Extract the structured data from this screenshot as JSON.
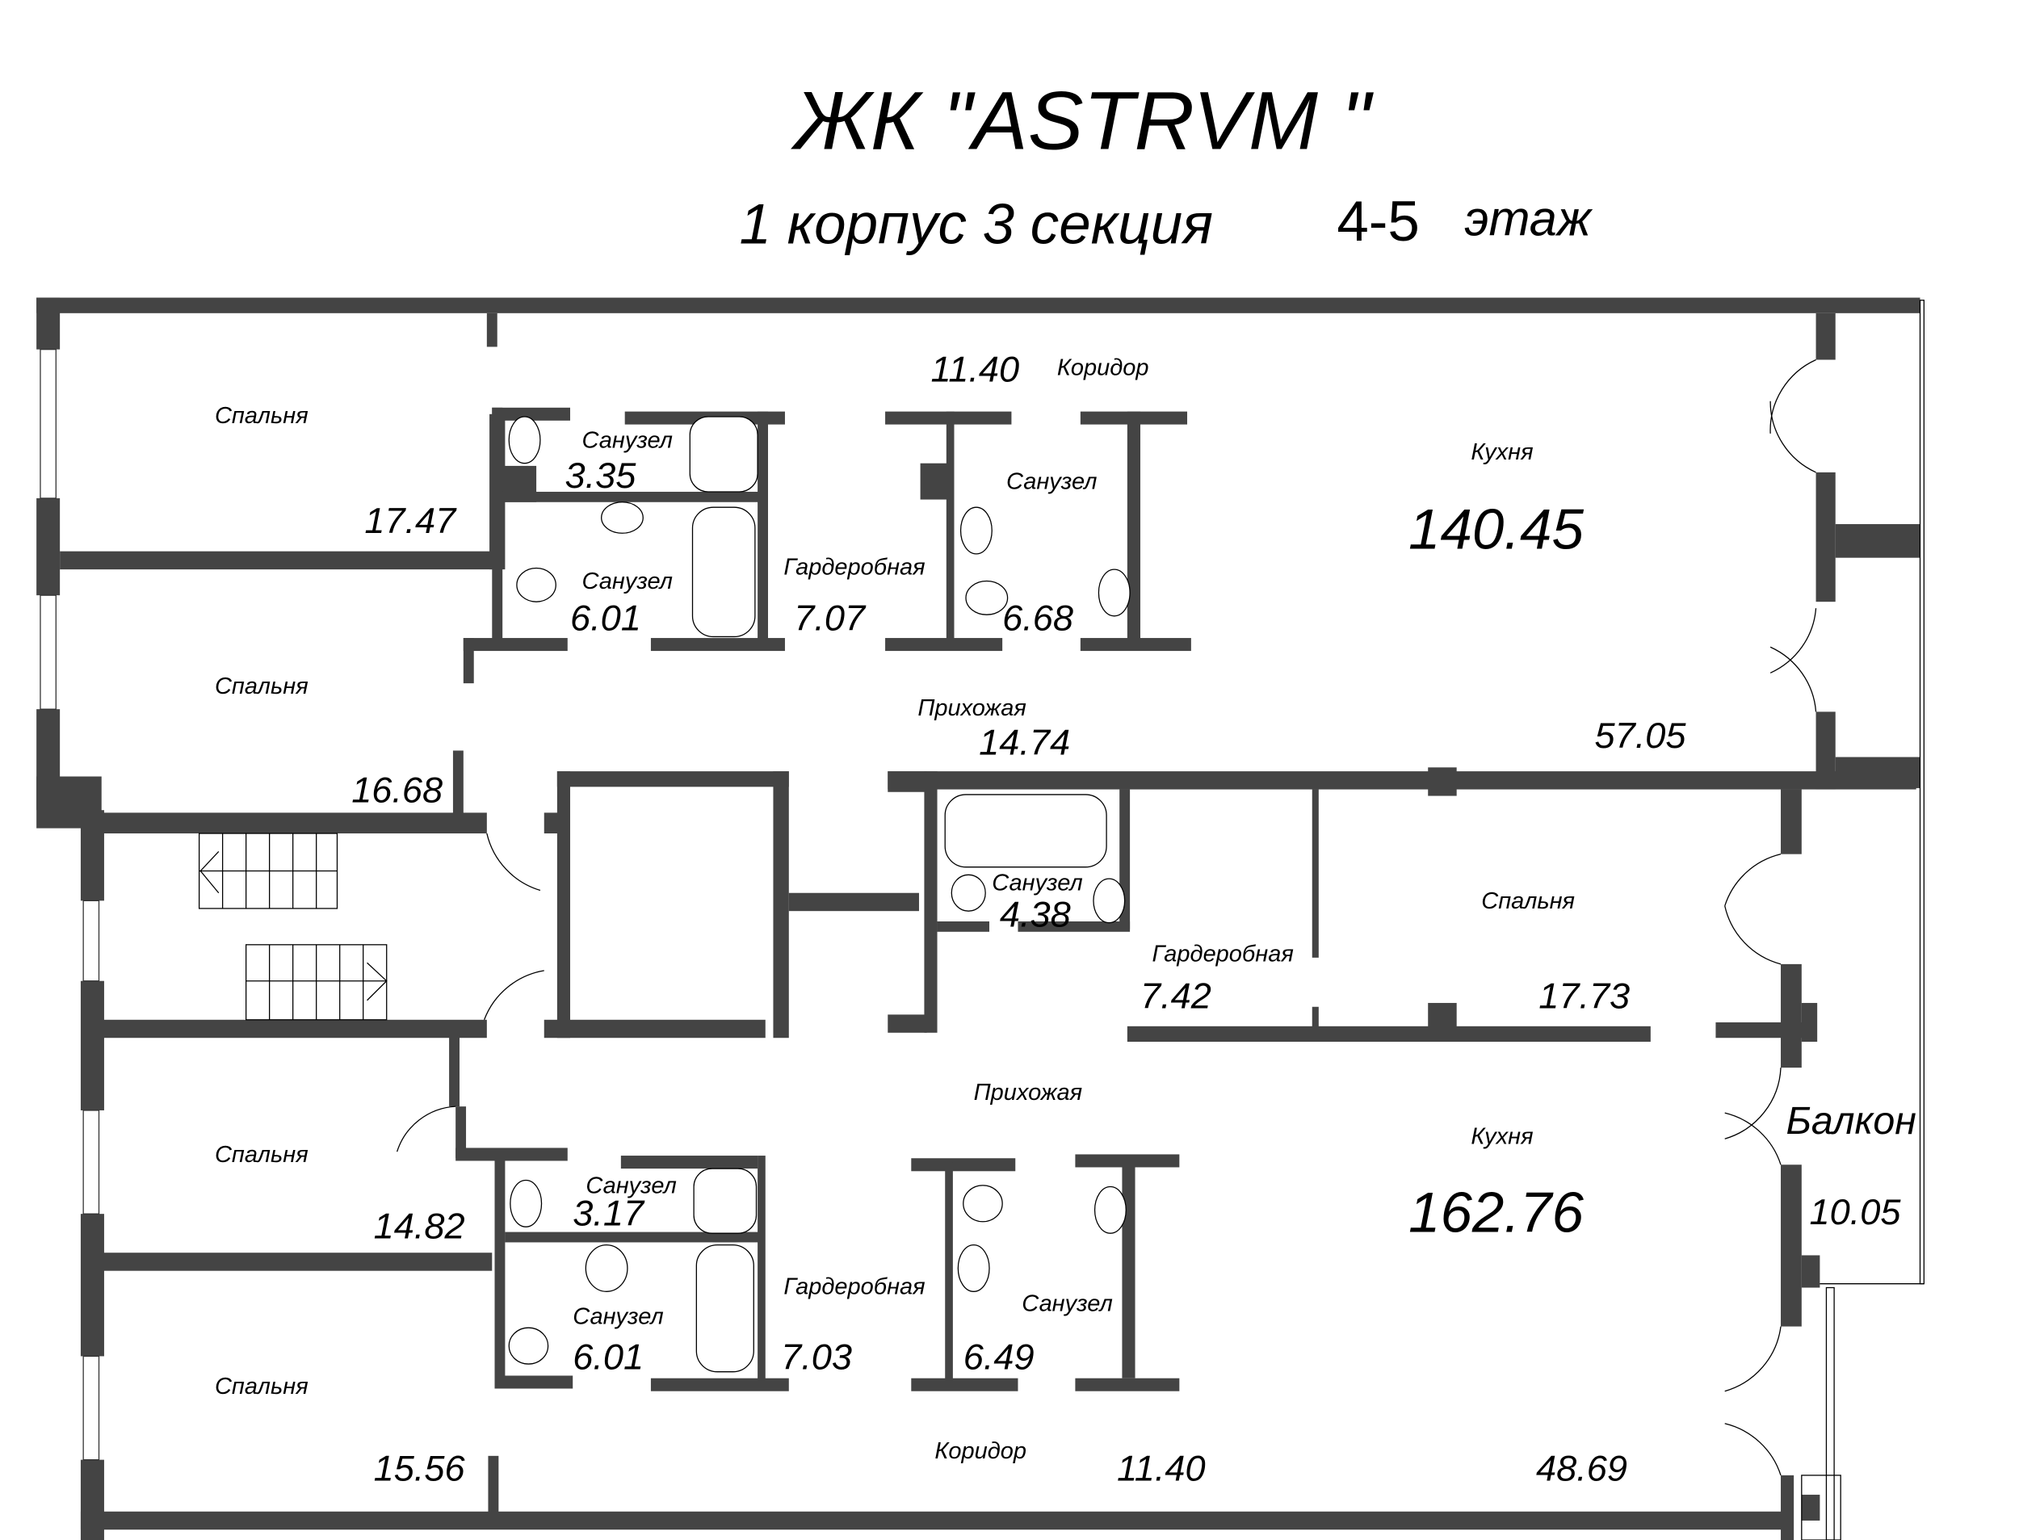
{
  "title": {
    "complex": "ЖК \"ASTRVM \"",
    "building": "1 корпус 3 секция",
    "floors": "4-5",
    "floor_word": "этаж"
  },
  "colors": {
    "wall": "#444444",
    "background": "#ffffff",
    "text": "#000000"
  },
  "rooms": {
    "bedroom_1": {
      "label": "Спальня",
      "area": "17.47"
    },
    "bedroom_2": {
      "label": "Спальня",
      "area": "16.68"
    },
    "bath_1": {
      "label": "Санузел",
      "area": "3.35"
    },
    "bath_2": {
      "label": "Санузел",
      "area": "6.01"
    },
    "wardrobe_1": {
      "label": "Гардеробная",
      "area": "7.07"
    },
    "bath_3": {
      "label": "Санузел",
      "area": "6.68"
    },
    "corridor_top": {
      "label": "Коридор",
      "area": "11.40"
    },
    "kitchen_top": {
      "label": "Кухня",
      "area": "57.05"
    },
    "total_top": {
      "area": "140.45"
    },
    "hall_top": {
      "label": "Прихожая",
      "area": "14.74"
    },
    "bath_4": {
      "label": "Санузел",
      "area": "4.38"
    },
    "wardrobe_2": {
      "label": "Гардеробная",
      "area": "7.42"
    },
    "bedroom_3": {
      "label": "Спальня",
      "area": "17.73"
    },
    "hall_bottom": {
      "label": "Прихожая"
    },
    "kitchen_bottom": {
      "label": "Кухня",
      "area": "48.69"
    },
    "total_bottom": {
      "area": "162.76"
    },
    "balcony": {
      "label": "Балкон",
      "area": "10.05"
    },
    "bedroom_4": {
      "label": "Спальня",
      "area": "14.82"
    },
    "bedroom_5": {
      "label": "Спальня",
      "area": "15.56"
    },
    "bath_5": {
      "label": "Санузел",
      "area": "3.17"
    },
    "bath_6": {
      "label": "Санузел",
      "area": "6.01"
    },
    "wardrobe_3": {
      "label": "Гардеробная",
      "area": "7.03"
    },
    "bath_7": {
      "label": "Санузел",
      "area": "6.49"
    },
    "corridor_bottom": {
      "label": "Коридор",
      "area": "11.40"
    }
  }
}
